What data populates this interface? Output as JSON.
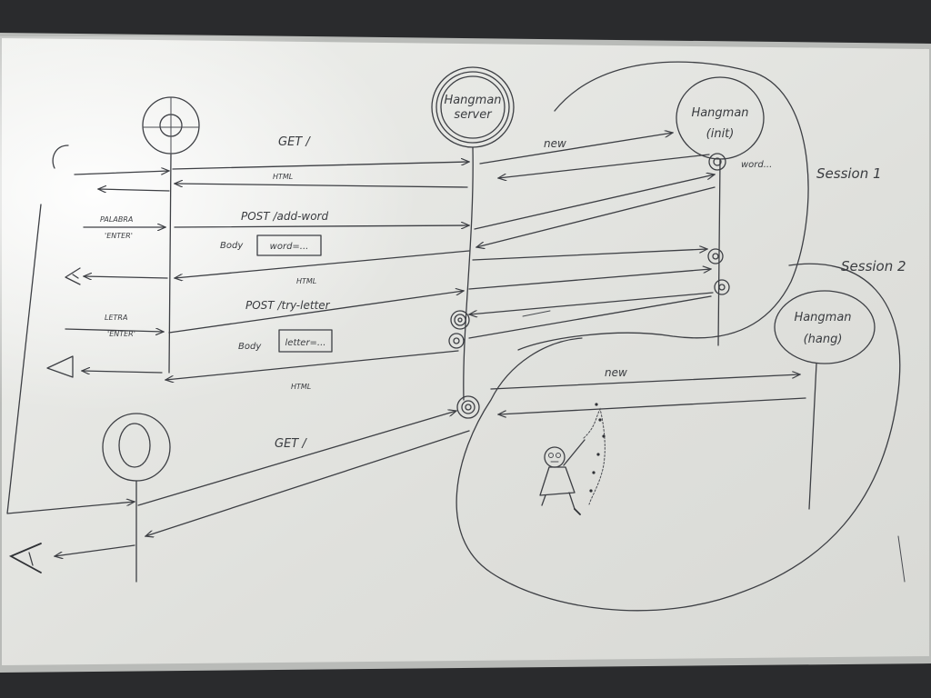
{
  "labels": {
    "hangman_server": [
      "Hangman",
      "server"
    ],
    "hangman_init": [
      "Hangman",
      "(init)"
    ],
    "hangman_hangman": [
      "Hangman",
      "(hang)"
    ],
    "session_1": "Session 1",
    "session_2": "Session 2",
    "msg_get_top": "GET /",
    "msg_html_1": "HTML",
    "msg_palabra": [
      "PALABRA",
      "'ENTER'"
    ],
    "msg_post_add_word": "POST /add-word",
    "msg_body_word": "Body",
    "msg_body_word_box": "word=...",
    "msg_html_2": "HTML",
    "msg_post_try_letter": "POST /try-letter",
    "msg_letra": [
      "LETRA",
      "'ENTER'"
    ],
    "msg_body_letter": "Body",
    "msg_body_letter_box": "letter=...",
    "msg_html_3": "HTML",
    "msg_new_1": "new",
    "msg_word_note": "word...",
    "msg_new_2": "new",
    "msg_get_bottom": "GET /"
  },
  "colors": {
    "board": "#e6e7e3",
    "frame_outer": "#2a2b2d",
    "frame_inner": "#c9cbc8",
    "ink": "#3d3f44"
  }
}
